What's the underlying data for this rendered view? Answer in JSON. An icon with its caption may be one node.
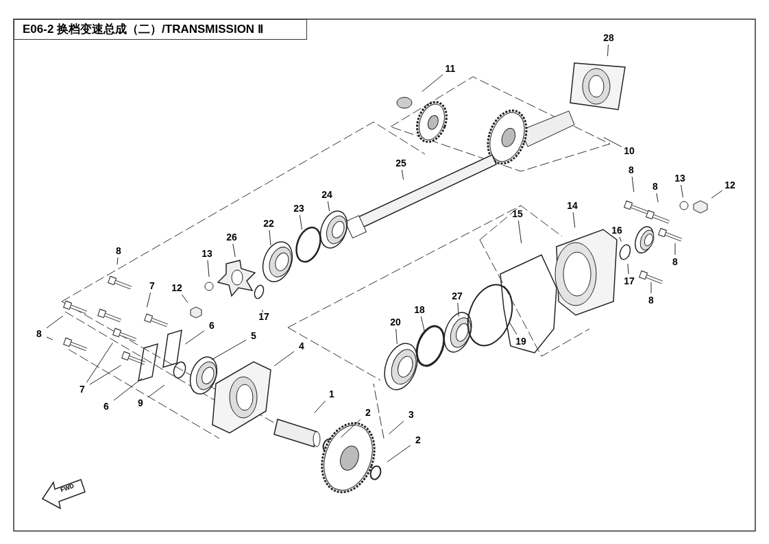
{
  "diagram": {
    "title": "E06-2 换档变速总成（二）/TRANSMISSION Ⅱ",
    "nodes": [
      {
        "text": [
          "28"
        ]
      },
      {
        "text": [
          "11"
        ]
      },
      {
        "text": [
          "10"
        ]
      },
      {
        "text": [
          "25"
        ]
      },
      {
        "text": [
          "8"
        ]
      },
      {
        "text": [
          "12"
        ]
      },
      {
        "text": [
          "13"
        ]
      },
      {
        "text": [
          "8"
        ]
      },
      {
        "text": [
          "24"
        ]
      },
      {
        "text": [
          "14"
        ]
      },
      {
        "text": [
          "23"
        ]
      },
      {
        "text": [
          "15"
        ]
      },
      {
        "text": [
          "22"
        ]
      },
      {
        "text": [
          "16"
        ]
      },
      {
        "text": [
          "26"
        ]
      },
      {
        "text": [
          "8"
        ]
      },
      {
        "text": [
          "8"
        ]
      },
      {
        "text": [
          "13"
        ]
      },
      {
        "text": [
          "17"
        ]
      },
      {
        "text": [
          "12"
        ]
      },
      {
        "text": [
          "7"
        ]
      },
      {
        "text": [
          "27"
        ]
      },
      {
        "text": [
          "8"
        ]
      },
      {
        "text": [
          "18"
        ]
      },
      {
        "text": [
          "17"
        ]
      },
      {
        "text": [
          "20"
        ]
      },
      {
        "text": [
          "6"
        ]
      },
      {
        "text": [
          "8"
        ]
      },
      {
        "text": [
          "19"
        ]
      },
      {
        "text": [
          "5"
        ]
      },
      {
        "text": [
          "4"
        ]
      },
      {
        "text": [
          "7"
        ]
      },
      {
        "text": [
          "1"
        ]
      },
      {
        "text": [
          "9"
        ]
      },
      {
        "text": [
          "6"
        ]
      },
      {
        "text": [
          "3"
        ]
      },
      {
        "text": [
          "2"
        ]
      },
      {
        "text": [
          "2"
        ]
      }
    ],
    "edges": [
      {
        "from": 0,
        "to": null,
        "arrow": "none"
      },
      {
        "from": 1,
        "to": null,
        "arrow": "none"
      },
      {
        "from": 2,
        "to": null,
        "arrow": "none"
      },
      {
        "from": 3,
        "to": null,
        "arrow": "none"
      },
      {
        "from": 4,
        "to": null,
        "arrow": "none"
      },
      {
        "from": 5,
        "to": null,
        "arrow": "none"
      },
      {
        "from": 6,
        "to": null,
        "arrow": "none"
      },
      {
        "from": 7,
        "to": null,
        "arrow": "none"
      },
      {
        "from": 8,
        "to": null,
        "arrow": "none"
      },
      {
        "from": 9,
        "to": null,
        "arrow": "none"
      },
      {
        "from": 10,
        "to": null,
        "arrow": "none"
      },
      {
        "from": 11,
        "to": null,
        "arrow": "none"
      },
      {
        "from": 12,
        "to": null,
        "arrow": "none"
      },
      {
        "from": 13,
        "to": null,
        "arrow": "none"
      },
      {
        "from": 14,
        "to": null,
        "arrow": "none"
      },
      {
        "from": 15,
        "to": null,
        "arrow": "none"
      },
      {
        "from": 16,
        "to": null,
        "arrow": "none"
      },
      {
        "from": 17,
        "to": null,
        "arrow": "none"
      },
      {
        "from": 18,
        "to": null,
        "arrow": "none"
      },
      {
        "from": 19,
        "to": null,
        "arrow": "none"
      },
      {
        "from": 20,
        "to": null,
        "arrow": "none"
      },
      {
        "from": 21,
        "to": null,
        "arrow": "none"
      },
      {
        "from": 22,
        "to": null,
        "arrow": "none"
      },
      {
        "from": 23,
        "to": null,
        "arrow": "none"
      },
      {
        "from": 24,
        "to": null,
        "arrow": "none"
      },
      {
        "from": 25,
        "to": null,
        "arrow": "none"
      },
      {
        "from": 26,
        "to": null,
        "arrow": "none"
      },
      {
        "from": 27,
        "to": null,
        "arrow": "none"
      },
      {
        "from": 27,
        "to": null,
        "arrow": "none"
      },
      {
        "from": 28,
        "to": null,
        "arrow": "none"
      },
      {
        "from": 29,
        "to": null,
        "arrow": "none"
      },
      {
        "from": 30,
        "to": null,
        "arrow": "none"
      },
      {
        "from": 31,
        "to": null,
        "arrow": "none"
      },
      {
        "from": 31,
        "to": null,
        "arrow": "none"
      },
      {
        "from": 32,
        "to": null,
        "arrow": "none"
      },
      {
        "from": 33,
        "to": null,
        "arrow": "none"
      },
      {
        "from": 34,
        "to": null,
        "arrow": "none"
      },
      {
        "from": 35,
        "to": null,
        "arrow": "none"
      },
      {
        "from": 36,
        "to": null,
        "arrow": "none"
      },
      {
        "from": 37,
        "to": null,
        "arrow": "none"
      }
    ],
    "labels": [
      "FWD"
    ]
  }
}
